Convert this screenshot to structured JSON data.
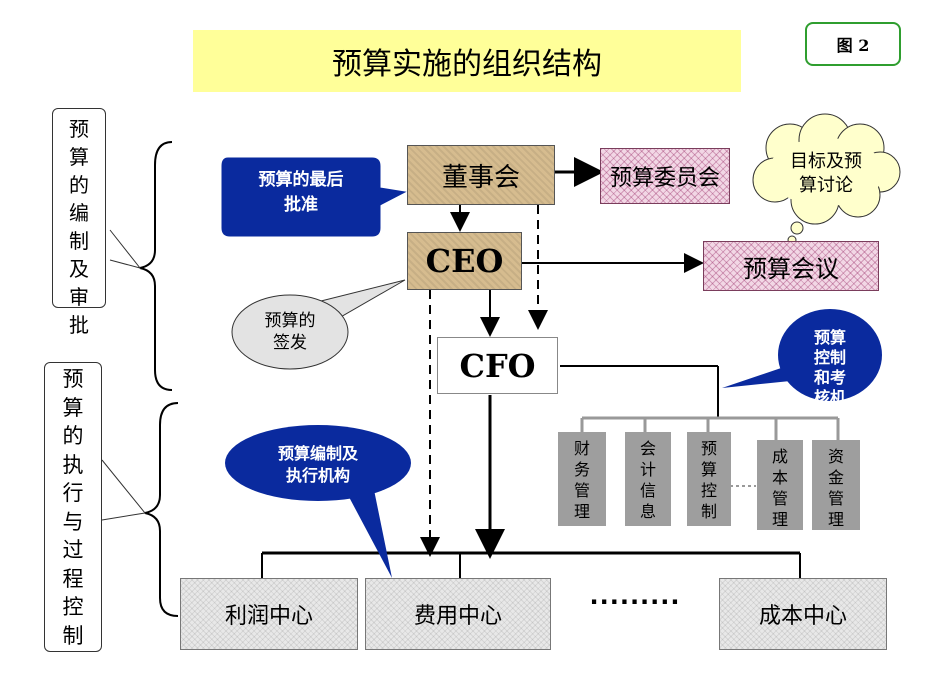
{
  "title": "预算实施的组织结构",
  "figure_tag": "图 2",
  "left_labels": {
    "top": [
      "预",
      "算",
      "的",
      "编",
      "制",
      "及",
      "审",
      "批"
    ],
    "bottom": [
      "预",
      "算",
      "的",
      "执",
      "行",
      "与",
      "过",
      "程",
      "控",
      "制"
    ]
  },
  "nodes": {
    "board": "董事会",
    "committee": "预算委员会",
    "ceo": "CEO",
    "meeting": "预算会议",
    "cfo": "CFO",
    "profit_center": "利润中心",
    "expense_center": "费用中心",
    "cost_center": "成本中心",
    "dots": "........."
  },
  "departments": [
    [
      "财",
      "务",
      "管",
      "理"
    ],
    [
      "会",
      "计",
      "信",
      "息"
    ],
    [
      "预",
      "算",
      "控",
      "制"
    ],
    [
      "成",
      "本",
      "管",
      "理"
    ],
    [
      "资",
      "金",
      "管",
      "理"
    ]
  ],
  "callouts": {
    "final_approval": [
      "预算的最后",
      "批准"
    ],
    "goals": [
      "目标及预",
      "算讨论"
    ],
    "issuance": [
      "预算的",
      "签发"
    ],
    "control": [
      "预算",
      "控制",
      "和考",
      "核机"
    ],
    "org": [
      "预算编制及",
      "执行机构"
    ]
  },
  "colors": {
    "title_bg": "#ffff99",
    "callout_blue": "#0a2a9e",
    "board_tan": "#d6bc8f",
    "committee_pink": "#f2d7e5",
    "dept_gray": "#9e9e9e",
    "tag_border": "#2f9e2f"
  }
}
